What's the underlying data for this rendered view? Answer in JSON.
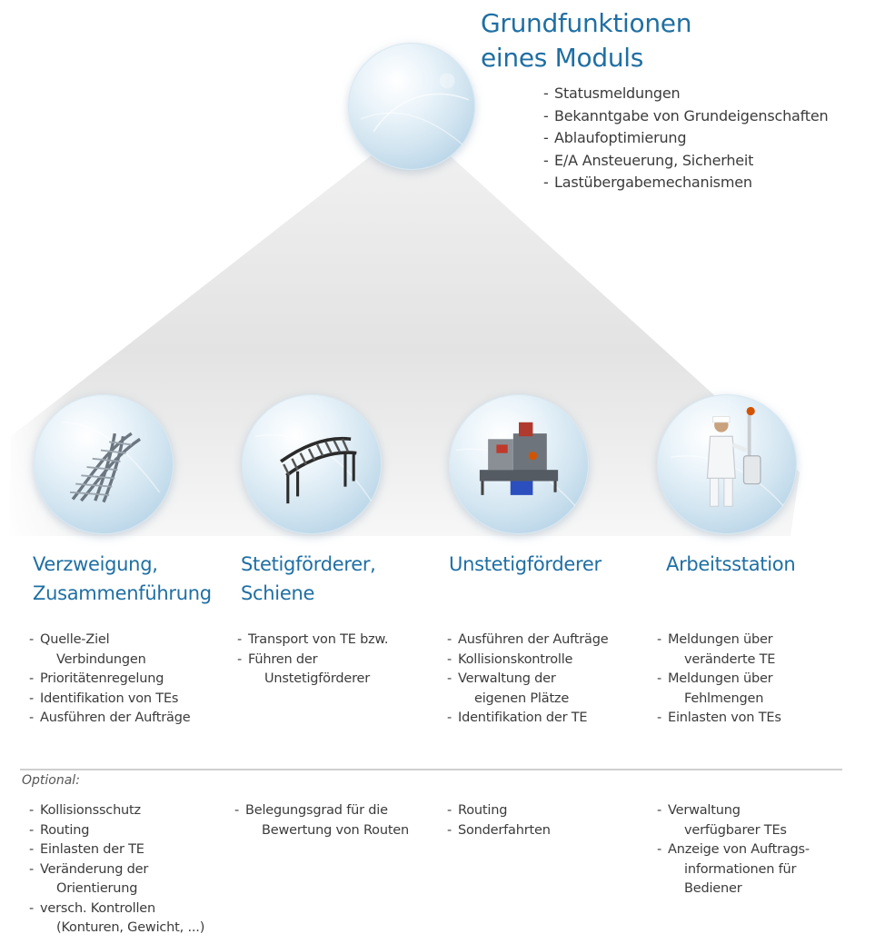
{
  "module": {
    "title_lines": [
      "Grundfunktionen",
      "eines Moduls"
    ],
    "functions": [
      "Statusmeldungen",
      "Bekanntgabe von Grundeigenschaften",
      "Ablaufoptimierung",
      "E/A Ansteuerung, Sicherheit",
      "Lastübergabemechanismen"
    ]
  },
  "optional_label": "Optional:",
  "categories": [
    {
      "id": "verzweigung",
      "icon": "track-switch-icon",
      "title_lines": [
        "Verzweigung,",
        "Zusammenführung"
      ],
      "functions": [
        [
          "Quelle-Ziel",
          "Verbindungen"
        ],
        [
          "Prioritätenregelung"
        ],
        [
          "Identifikation von TEs"
        ],
        [
          "Ausführen der Aufträge"
        ]
      ],
      "optional": [
        [
          "Kollisionsschutz"
        ],
        [
          "Routing"
        ],
        [
          "Einlasten der TE"
        ],
        [
          "Veränderung der",
          "Orientierung"
        ],
        [
          "versch. Kontrollen",
          "(Konturen, Gewicht, ...)"
        ]
      ]
    },
    {
      "id": "stetigfoerderer",
      "icon": "roller-conveyor-icon",
      "title_lines": [
        "Stetigförderer,",
        "Schiene"
      ],
      "functions": [
        [
          "Transport von TE bzw."
        ],
        [
          "Führen der",
          "Unstetigförderer"
        ]
      ],
      "optional": [
        [
          "Belegungsgrad für die",
          "Bewertung von Routen"
        ]
      ]
    },
    {
      "id": "unstetigfoerderer",
      "icon": "transfer-vehicle-icon",
      "title_lines": [
        "Unstetigförderer"
      ],
      "functions": [
        [
          "Ausführen der Aufträge"
        ],
        [
          "Kollisionskontrolle"
        ],
        [
          "Verwaltung der",
          "eigenen Plätze"
        ],
        [
          "Identifikation der TE"
        ]
      ],
      "optional": [
        [
          "Routing"
        ],
        [
          "Sonderfahrten"
        ]
      ]
    },
    {
      "id": "arbeitsstation",
      "icon": "worker-station-icon",
      "title_lines": [
        "Arbeitsstation"
      ],
      "functions": [
        [
          "Meldungen über",
          "veränderte TE"
        ],
        [
          "Meldungen über",
          "Fehlmengen"
        ],
        [
          "Einlasten von TEs"
        ]
      ],
      "optional": [
        [
          "Verwaltung",
          "verfügbarer TEs"
        ],
        [
          "Anzeige von Auftrags-",
          "informationen für",
          "Bediener"
        ]
      ]
    }
  ]
}
